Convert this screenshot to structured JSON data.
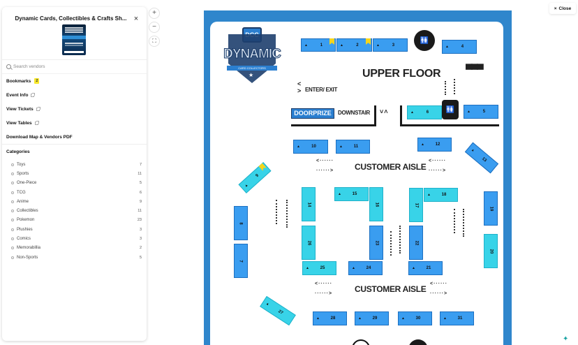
{
  "panel": {
    "title": "Dynamic Cards, Collectibles & Crafts Sh...",
    "close_icon": "×",
    "poster_alt": "Event poster thumbnail"
  },
  "search": {
    "placeholder": "Search vendors",
    "value": ""
  },
  "menu": {
    "bookmarks": {
      "label": "Bookmarks",
      "count": "2"
    },
    "event_info": {
      "label": "Event Info"
    },
    "view_tickets": {
      "label": "View Tickets"
    },
    "view_tables": {
      "label": "View Tables"
    },
    "download": {
      "label": "Download Map & Vendors PDF"
    }
  },
  "categories": {
    "heading": "Categories",
    "items": [
      {
        "name": "Toys",
        "count": "7"
      },
      {
        "name": "Sports",
        "count": "11"
      },
      {
        "name": "One-Piece",
        "count": "5"
      },
      {
        "name": "TCG",
        "count": "6"
      },
      {
        "name": "Anime",
        "count": "9"
      },
      {
        "name": "Collectibles",
        "count": "11"
      },
      {
        "name": "Pokemon",
        "count": "23"
      },
      {
        "name": "Plushies",
        "count": "3"
      },
      {
        "name": "Comics",
        "count": "3"
      },
      {
        "name": "Memorabillia",
        "count": "2"
      },
      {
        "name": "Non-Sports",
        "count": "5"
      }
    ]
  },
  "zoom_controls": {
    "zoom_in": "+",
    "zoom_out": "−",
    "fit": "⛶"
  },
  "close_button": {
    "icon": "×",
    "label": "Close"
  },
  "map": {
    "logo": {
      "top": "DCC",
      "main": "DYNAMIC",
      "sub": "CARD COLLECTORS"
    },
    "labels": {
      "upper_floor": "UPPER FLOOR",
      "enter_exit": "ENTER/ EXIT",
      "doorprize": "DOORPRIZE",
      "downstair": "DOWNSTAIR",
      "customer_aisle_1": "CUSTOMER AISLE",
      "customer_aisle_2": "CUSTOMER AISLE"
    },
    "booths": {
      "b1": "1",
      "b2": "2",
      "b3": "3",
      "b4": "4",
      "b5": "5",
      "b6": "6",
      "b7": "7",
      "b8": "8",
      "b9": "9",
      "b10": "10",
      "b11": "11",
      "b12": "12",
      "b13": "13",
      "b14": "14",
      "b15": "15",
      "b16": "16",
      "b17": "17",
      "b18": "18",
      "b19": "19",
      "b20": "20",
      "b21": "21",
      "b22": "22",
      "b23": "23",
      "b24": "24",
      "b25": "25",
      "b26": "26",
      "b27": "27",
      "b28": "28",
      "b29": "29",
      "b30": "30",
      "b31": "31"
    },
    "colors": {
      "booth_blue": "#3a9df0",
      "booth_cyan": "#38d3e8",
      "frame": "#2f86cc",
      "bookmark": "#f5d51b"
    }
  }
}
